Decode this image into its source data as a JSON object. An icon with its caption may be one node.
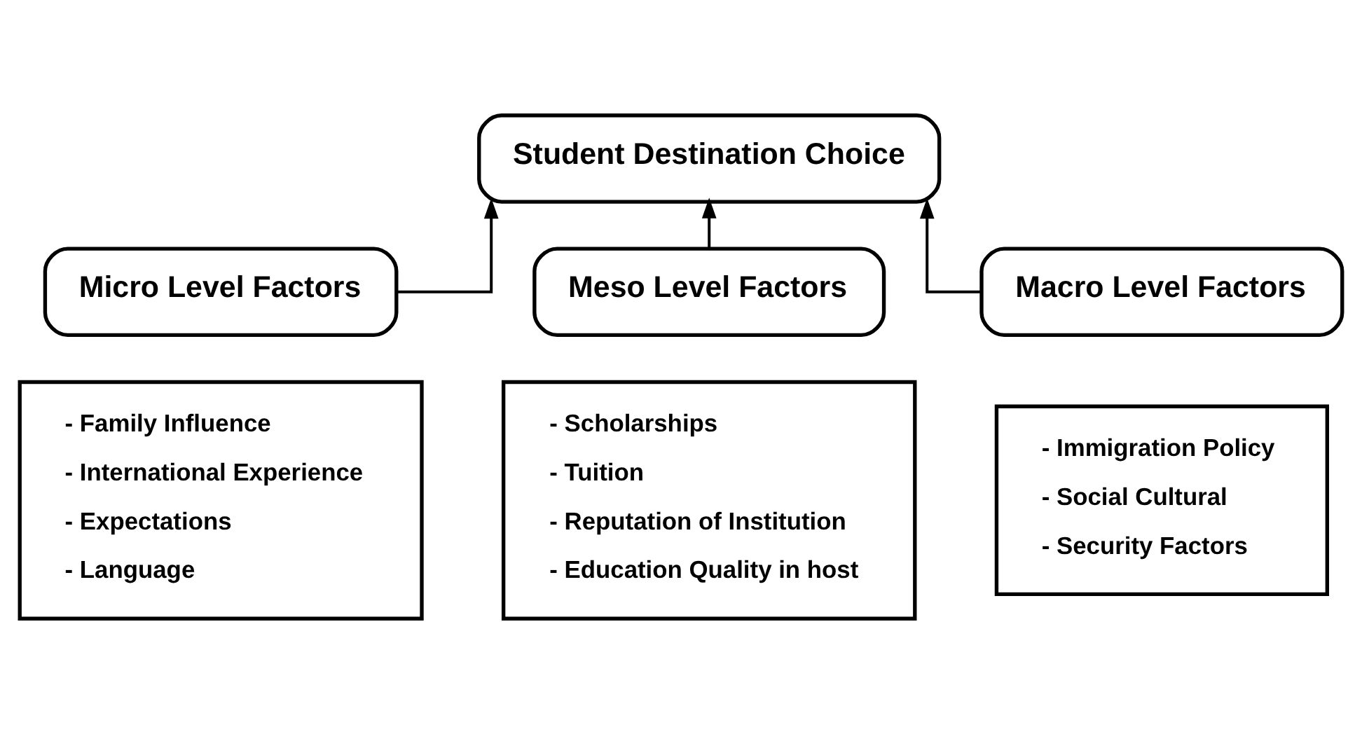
{
  "diagram": {
    "nodes": [
      {
        "text": [
          "Student Destination Choice"
        ]
      },
      {
        "text": [
          "Micro Level Factors"
        ]
      },
      {
        "text": [
          "- Family Influence",
          "- International Experience",
          "- Expectations",
          "- Language"
        ]
      },
      {
        "text": [
          "Meso Level Factors"
        ]
      },
      {
        "text": [
          "- Scholarships",
          "- Tuition",
          "- Reputation of Institution",
          "- Education Quality in host"
        ]
      },
      {
        "text": [
          "Macro Level Factors"
        ]
      },
      {
        "text": [
          "- Immigration Policy",
          "- Social Cultural",
          "- Security Factors"
        ]
      }
    ],
    "edges": [
      {
        "from": 1,
        "to": 0,
        "arrow": "to"
      },
      {
        "from": 3,
        "to": 0,
        "arrow": "to"
      },
      {
        "from": 5,
        "to": 0,
        "arrow": "to"
      }
    ]
  }
}
